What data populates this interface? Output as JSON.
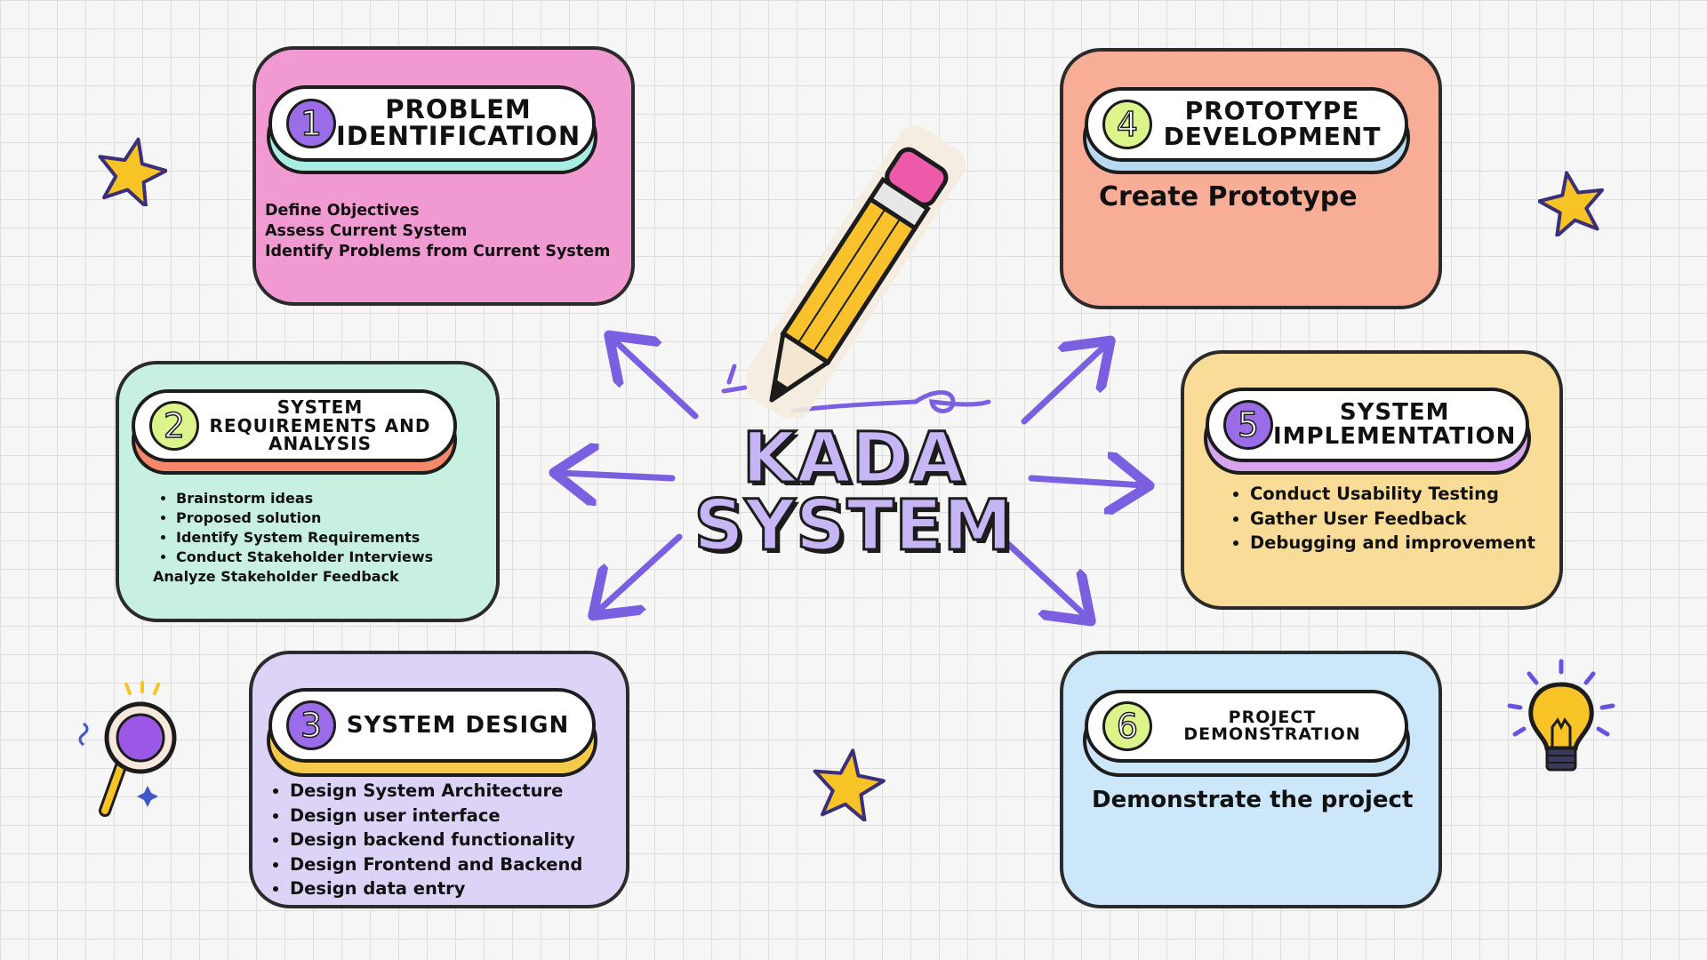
{
  "center": {
    "line1": "KADA",
    "line2": "SYSTEM"
  },
  "colors": {
    "accent": "#7a5fe0",
    "card1": "#f19ad1",
    "card2": "#c7f0e1",
    "card3": "#dcd3f7",
    "card4": "#f8ad96",
    "card5": "#f8dc97",
    "card6": "#cbe7f9"
  },
  "icons": [
    "pencil-icon",
    "star-icon",
    "magnifier-icon",
    "lightbulb-icon",
    "arrow-icon"
  ],
  "cards": [
    {
      "number": "1",
      "title": "PROBLEM IDENTIFICATION",
      "lines": [
        "Define Objectives",
        "Assess Current System",
        "Identify Problems from Current System"
      ]
    },
    {
      "number": "2",
      "title": "SYSTEM REQUIREMENTS AND ANALYSIS",
      "bullets": [
        "Brainstorm ideas",
        "Proposed solution",
        "Identify System Requirements",
        "Conduct Stakeholder Interviews"
      ],
      "extra": "Analyze Stakeholder Feedback"
    },
    {
      "number": "3",
      "title": "SYSTEM DESIGN",
      "bullets": [
        "Design System Architecture",
        "Design user interface",
        "Design backend functionality",
        "Design Frontend and Backend",
        "Design data entry"
      ]
    },
    {
      "number": "4",
      "title": "PROTOTYPE DEVELOPMENT",
      "text": "Create Prototype"
    },
    {
      "number": "5",
      "title": "SYSTEM IMPLEMENTATION",
      "bullets": [
        "Conduct Usability Testing",
        "Gather User Feedback",
        "Debugging and improvement"
      ]
    },
    {
      "number": "6",
      "title": "PROJECT DEMONSTRATION",
      "text": "Demonstrate the project"
    }
  ]
}
